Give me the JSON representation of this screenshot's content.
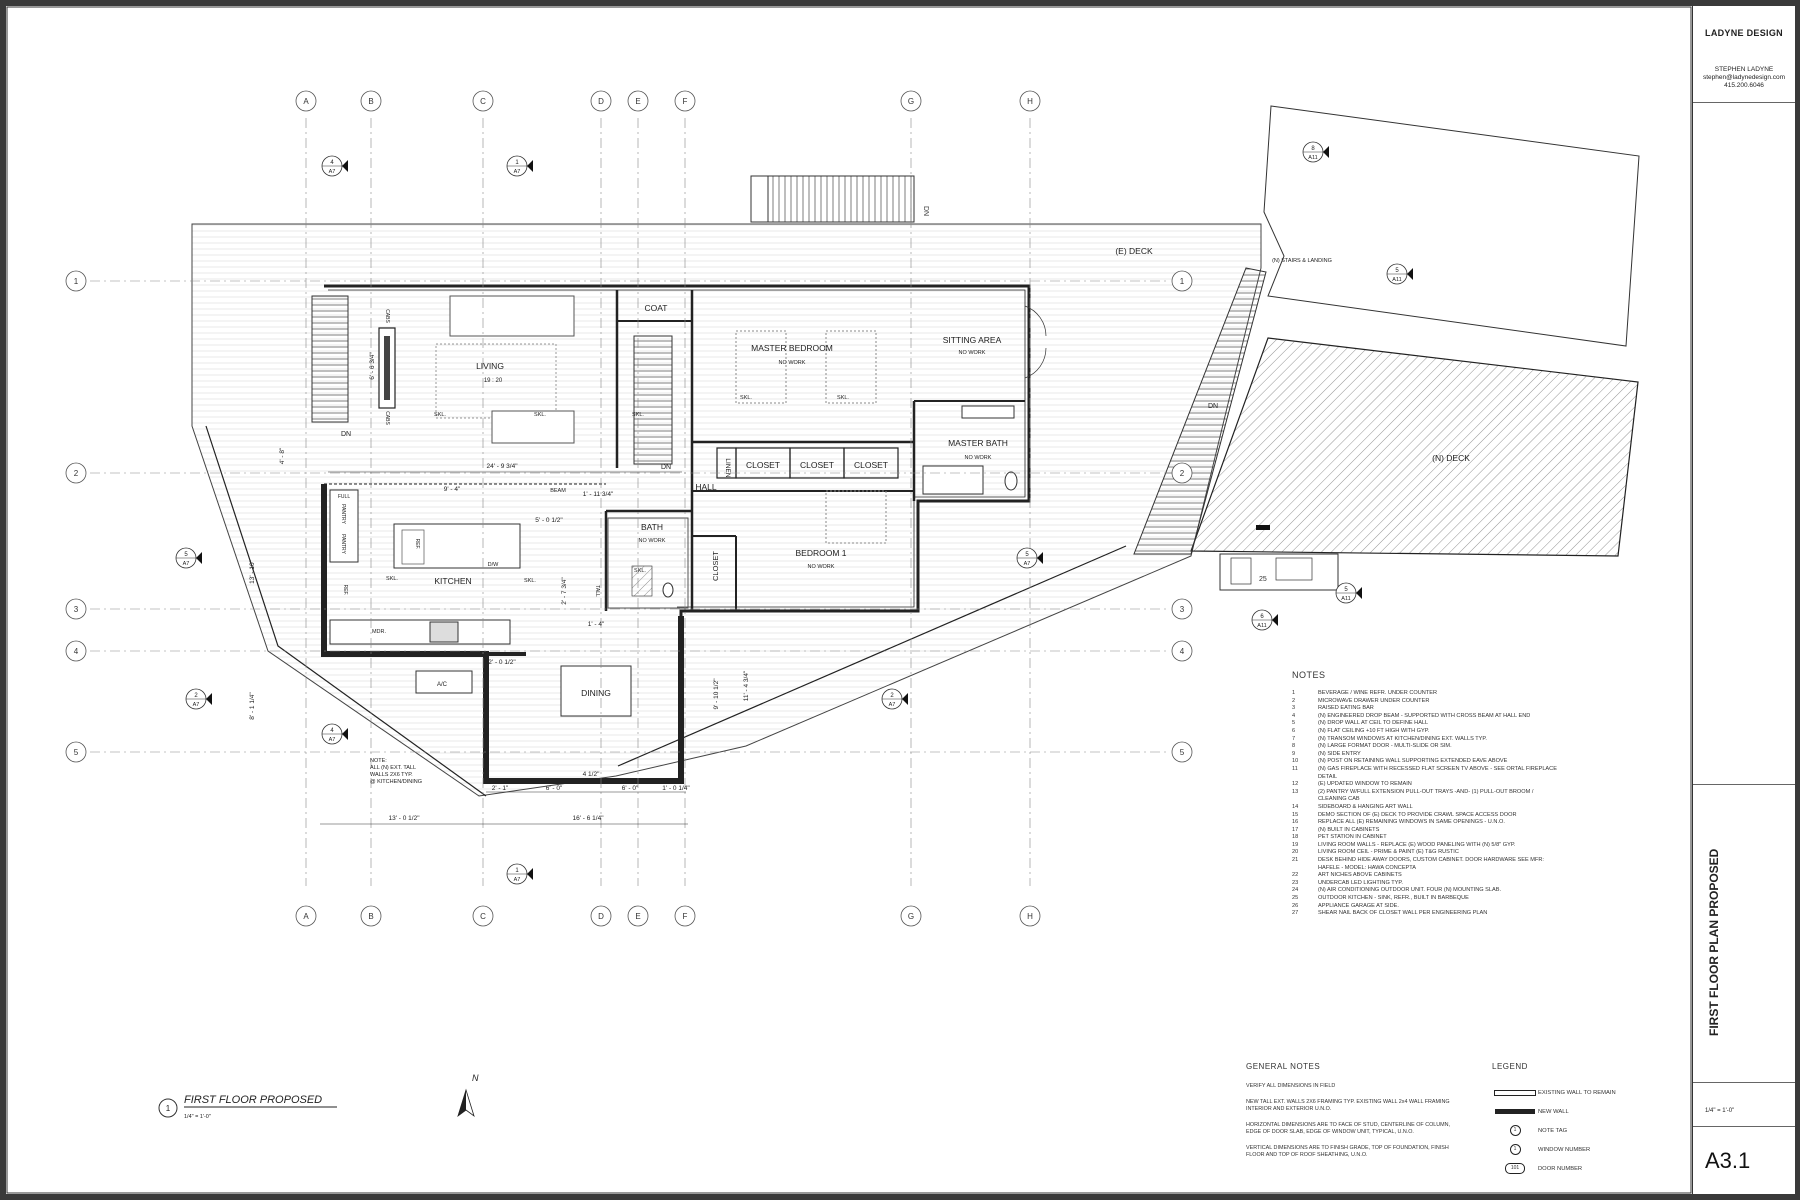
{
  "title_block": {
    "firm": "LADYNE DESIGN",
    "contact": [
      "STEPHEN LADYNE",
      "stephen@ladynedesign.com",
      "415.200.6046"
    ],
    "sheet_title": "FIRST FLOOR PLAN PROPOSED",
    "scale": "1/4\" = 1'-0\"",
    "sheet_number": "A3.1"
  },
  "drawing": {
    "title_number": "1",
    "title": "FIRST FLOOR PROPOSED",
    "scale": "1/4\" = 1'-0\"",
    "north": "N"
  },
  "grid": {
    "columns": [
      "A",
      "B",
      "C",
      "D",
      "E",
      "F",
      "G",
      "H"
    ],
    "rows": [
      "1",
      "2",
      "3",
      "4",
      "5"
    ]
  },
  "rooms": {
    "living": "LIVING",
    "living_size": "19 : 20",
    "coat": "COAT",
    "master_bedroom": "MASTER BEDROOM",
    "sitting_area": "SITTING AREA",
    "no_work": "NO WORK",
    "master_bath": "MASTER BATH",
    "closet": "CLOSET",
    "linen": "LINEN",
    "hall": "HALL",
    "bath": "BATH",
    "bedroom_1": "BEDROOM 1",
    "kitchen": "KITCHEN",
    "dining": "DINING",
    "e_deck": "(E) DECK",
    "n_deck": "(N) DECK",
    "n_stairs": "(N) STAIRS & LANDING",
    "dn": "DN",
    "skl": "SKL.",
    "cabs": "CABS",
    "pantry": "PANTRY",
    "full": "FULL",
    "ref": "REF.",
    "mdr": "MDR.",
    "beam": "BEAM",
    "tall": "TALL",
    "dw": "D/W",
    "ac": "A/C"
  },
  "dimensions": {
    "living_width": "24' - 9 3/4\"",
    "kitchen_width": "9' - 4\"",
    "bath_dim": "5' - 0 1/2\"",
    "lower_left": "13' - 0 1/2\"",
    "lower_right": "16' - 6 1/4\"",
    "dining_a": "2' - 1\"",
    "dining_b": "6' - 0\"",
    "dining_c": "6' - 0\"",
    "dining_d": "1' - 0 1/4\"",
    "dining_e": "4 1/2\"",
    "left_vert_a": "4' - 8\"",
    "left_vert_b": "13' - 10\"",
    "left_vert_c": "8' - 1 1/4\"",
    "right_vert_a": "9' - 10 1/2\"",
    "right_vert_b": "11' - 4 3/4\"",
    "hall_dim": "1' - 11 3/4\"",
    "niche_dim": "1' - 4\"",
    "fireplace_dim": "6' - 6 3/4\"",
    "kitchen_side": "2' - 7 3/4\"",
    "kitchen_top": "2' - 0 1/2\""
  },
  "wall_note": "NOTE:\nALL (N) EXT. TALL\nWALLS 2X6 TYP.\n@ KITCHEN/DINING",
  "notes_title": "NOTES",
  "notes": [
    [
      "1",
      "BEVERAGE / WINE REFR. UNDER COUNTER"
    ],
    [
      "2",
      "MICROWAVE DRAWER UNDER COUNTER"
    ],
    [
      "3",
      "RAISED EATING BAR"
    ],
    [
      "4",
      "(N) ENGINEERED DROP BEAM - SUPPORTED WITH CROSS BEAM AT HALL END"
    ],
    [
      "5",
      "(N) DROP WALL AT CEIL TO DEFINE HALL"
    ],
    [
      "6",
      "(N) FLAT CEILING +10 FT HIGH WITH GYP."
    ],
    [
      "7",
      "(N) TRANSOM WINDOWS AT KITCHEN/DINING EXT. WALLS TYP."
    ],
    [
      "8",
      "(N) LARGE FORMAT DOOR - MULTI-SLIDE OR SIM."
    ],
    [
      "9",
      "(N) SIDE ENTRY"
    ],
    [
      "10",
      "(N) POST ON RETAINING WALL SUPPORTING EXTENDED EAVE ABOVE"
    ],
    [
      "11",
      "(N) GAS FIREPLACE WITH RECESSED FLAT SCREEN TV ABOVE - SEE ORTAL FIREPLACE DETAIL"
    ],
    [
      "12",
      "(E) UPDATED WINDOW TO REMAIN"
    ],
    [
      "13",
      "(2) PANTRY W/FULL EXTENSION PULL-OUT TRAYS -AND- (1) PULL-OUT BROOM / CLEANING CAB"
    ],
    [
      "14",
      "SIDEBOARD & HANGING ART WALL"
    ],
    [
      "15",
      "DEMO SECTION OF (E) DECK TO PROVIDE CRAWL SPACE ACCESS DOOR"
    ],
    [
      "16",
      "REPLACE ALL (E) REMAINING WINDOWS IN SAME OPENINGS - U.N.O."
    ],
    [
      "17",
      "(N) BUILT IN CABINETS"
    ],
    [
      "18",
      "PET STATION IN CABINET"
    ],
    [
      "19",
      "LIVING ROOM WALLS - REPLACE (E) WOOD PANELING WITH (N) 5/8\" GYP."
    ],
    [
      "20",
      "LIVING ROOM CEIL - PRIME & PAINT (E) T&G RUSTIC"
    ],
    [
      "21",
      "DESK BEHIND HIDE AWAY DOORS, CUSTOM CABINET. DOOR HARDWARE SEE MFR: HAFELE - MODEL: HAWA CONCEPTA"
    ],
    [
      "22",
      "ART NICHES ABOVE CABINETS"
    ],
    [
      "23",
      "UNDERCAB LED LIGHTING TYP."
    ],
    [
      "24",
      "(N) AIR CONDITIONING OUTDOOR UNIT. FOUR (N) MOUNTING SLAB."
    ],
    [
      "25",
      "OUTDOOR KITCHEN - SINK, REFR., BUILT IN BARBEQUE"
    ],
    [
      "26",
      "APPLIANCE GARAGE AT SIDE."
    ],
    [
      "27",
      "SHEAR NAIL BACK OF CLOSET WALL PER ENGINEERING PLAN"
    ]
  ],
  "general_notes": {
    "title": "GENERAL NOTES",
    "items": [
      "VERIFY ALL DIMENSIONS IN FIELD",
      "NEW TALL EXT. WALLS 2X6 FRAMING TYP. EXISTING WALL 2x4 WALL FRAMING INTERIOR AND EXTERIOR U.N.O.",
      "HORIZONTAL DIMENSIONS ARE TO FACE OF STUD, CENTERLINE OF COLUMN, EDGE OF DOOR SLAB, EDGE OF WINDOW UNIT, TYPICAL, U.N.O.",
      "VERTICAL DIMENSIONS ARE TO FINISH GRADE, TOP OF FOUNDATION, FINISH FLOOR AND TOP OF ROOF SHEATHING, U.N.O."
    ]
  },
  "legend": {
    "title": "LEGEND",
    "items": [
      {
        "symbol": "wall-existing",
        "label": "EXISTING WALL TO REMAIN"
      },
      {
        "symbol": "wall-new",
        "label": "NEW WALL"
      },
      {
        "symbol": "note-tag",
        "tag": "1",
        "label": "NOTE TAG"
      },
      {
        "symbol": "window-number",
        "tag": "1",
        "label": "WINDOW NUMBER"
      },
      {
        "symbol": "door-number",
        "tag": "101",
        "label": "DOOR NUMBER"
      }
    ]
  },
  "section_markers": [
    {
      "num": "4",
      "sheet": "A7"
    },
    {
      "num": "1",
      "sheet": "A7"
    },
    {
      "num": "8",
      "sheet": "A11"
    },
    {
      "num": "5",
      "sheet": "A11"
    },
    {
      "num": "5",
      "sheet": "A7"
    },
    {
      "num": "6",
      "sheet": "A11"
    },
    {
      "num": "2",
      "sheet": "A7"
    }
  ]
}
